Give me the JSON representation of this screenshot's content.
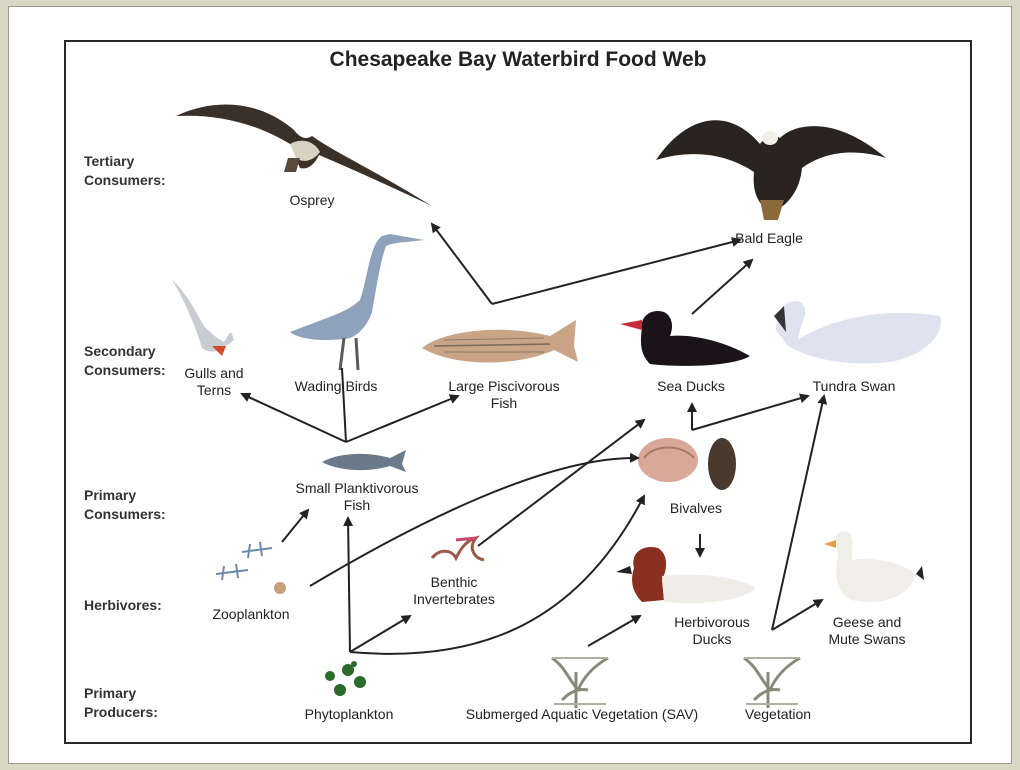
{
  "title": "Chesapeake Bay Waterbird Food Web",
  "tiers": {
    "tertiary": "Tertiary\nConsumers:",
    "secondary": "Secondary\nConsumers:",
    "primary": "Primary\nConsumers:",
    "herbivores": "Herbivores:",
    "producers": "Primary\nProducers:"
  },
  "organisms": {
    "osprey": "Osprey",
    "bald_eagle": "Bald Eagle",
    "gulls_terns": "Gulls and\nTerns",
    "wading_birds": "Wading Birds",
    "large_fish": "Large Piscivorous\nFish",
    "sea_ducks": "Sea Ducks",
    "tundra_swan": "Tundra Swan",
    "small_fish": "Small Planktivorous\nFish",
    "bivalves": "Bivalves",
    "zooplankton": "Zooplankton",
    "benthic": "Benthic\nInvertebrates",
    "herbivorous_ducks": "Herbivorous\nDucks",
    "geese": "Geese and\nMute Swans",
    "phytoplankton": "Phytoplankton",
    "sav": "Submerged Aquatic Vegetation (SAV)",
    "vegetation": "Vegetation"
  },
  "colors": {
    "background": "#d9d8c4",
    "panel": "#ffffff",
    "border": "#2a2a2a",
    "arrow": "#222222"
  }
}
